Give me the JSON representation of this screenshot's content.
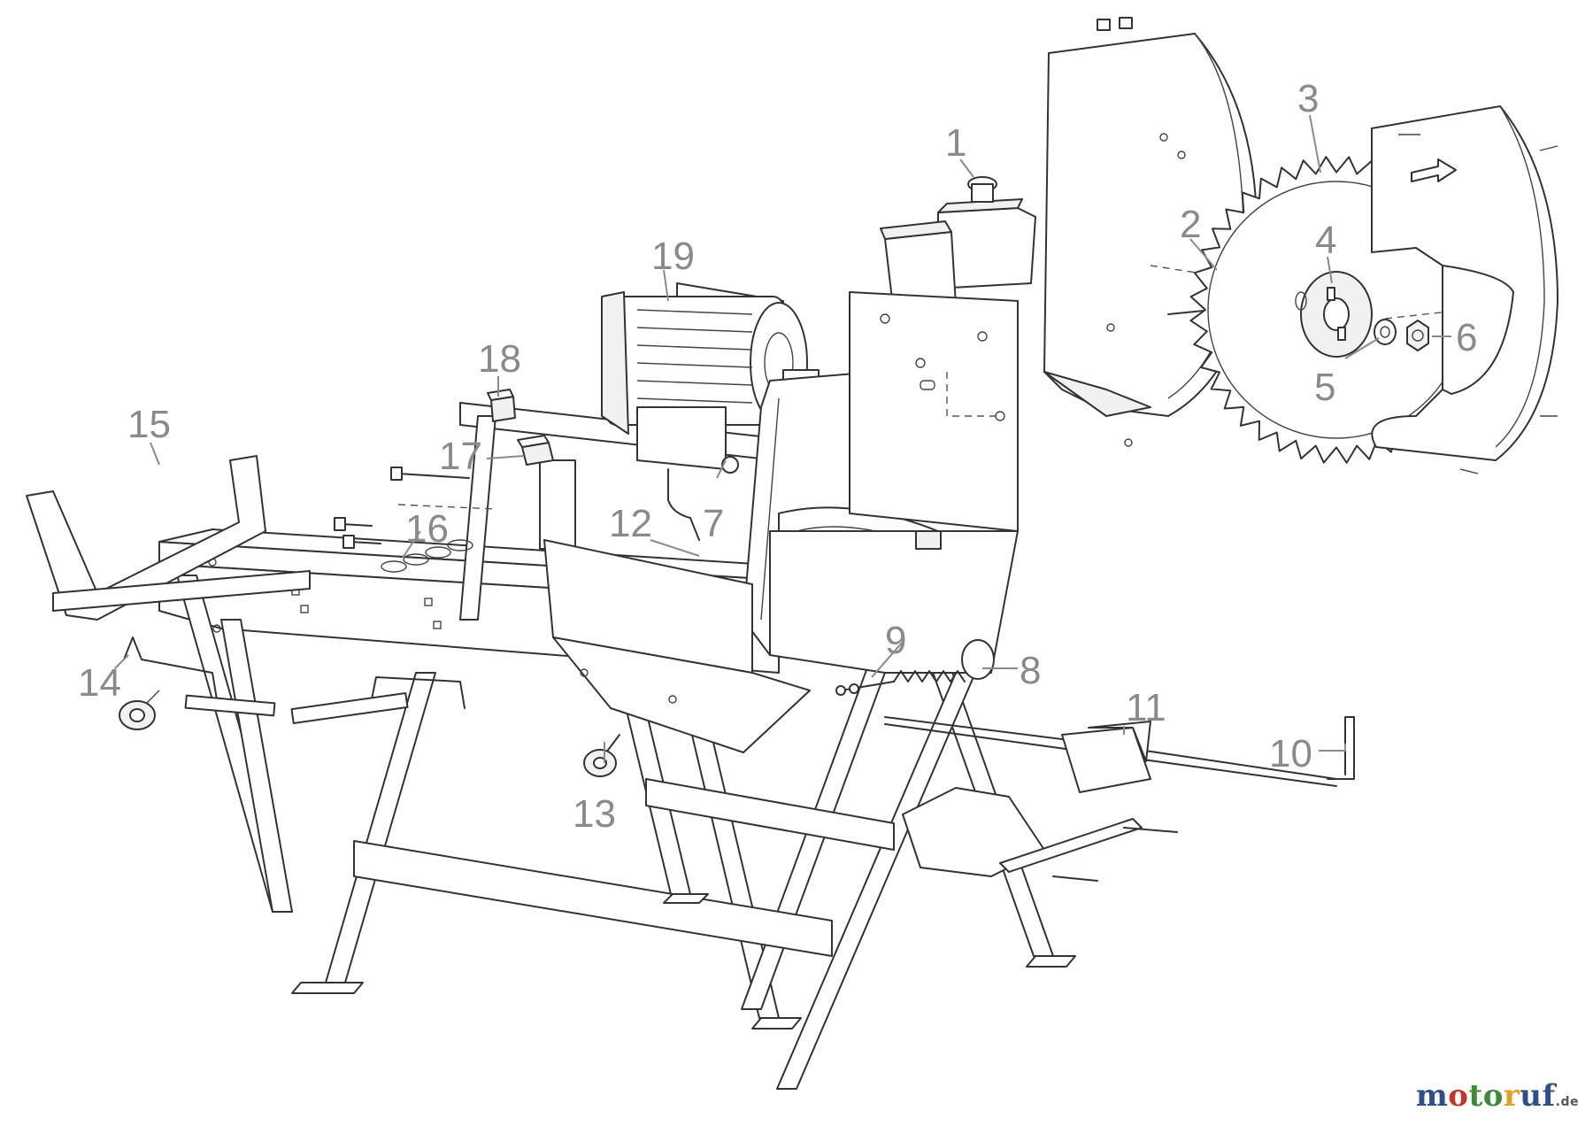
{
  "diagram": {
    "labels": [
      "1",
      "2",
      "3",
      "4",
      "5",
      "6",
      "7",
      "8",
      "9",
      "10",
      "11",
      "12",
      "13",
      "14",
      "15",
      "16",
      "17",
      "18",
      "19"
    ]
  },
  "brand": {
    "name_part1": "m",
    "name_part2": "o",
    "name_part3": "to",
    "name_part4": "r",
    "name_part5": "uf",
    "tld": ".de"
  }
}
